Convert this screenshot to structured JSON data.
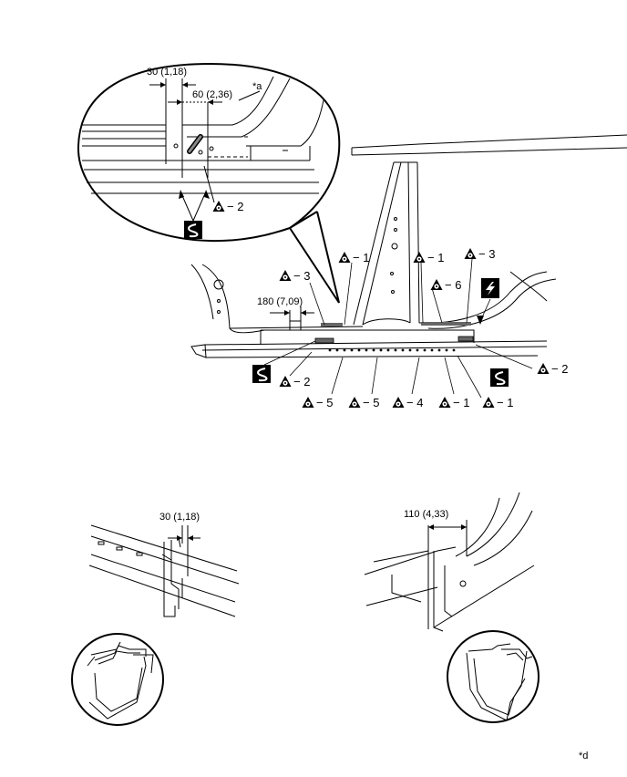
{
  "dimensions": {
    "detail_top_a": "30 (1,18)",
    "detail_top_b": "60 (2,36)",
    "main_left": "180 (7,09)",
    "bottom_left": "30 (1,18)",
    "bottom_right": "110 (4,33)"
  },
  "callouts": {
    "star_a": "*a",
    "star_d": "*d"
  },
  "weld_labels": {
    "detail_2": "− 2",
    "m_3_left": "− 3",
    "m_1_left": "− 1",
    "m_1_mid": "− 1",
    "m_3_right": "− 3",
    "m_6": "− 6",
    "m_2_left": "− 2",
    "m_2_right": "− 2",
    "m_5_a": "− 5",
    "m_5_b": "− 5",
    "m_4": "− 4",
    "m_1_b1": "− 1",
    "m_1_b2": "− 1"
  },
  "icon_names": [
    "weld-symbol-icon",
    "cut-wave-icon",
    "cut-bolt-icon",
    "cut-arrow-icon"
  ]
}
